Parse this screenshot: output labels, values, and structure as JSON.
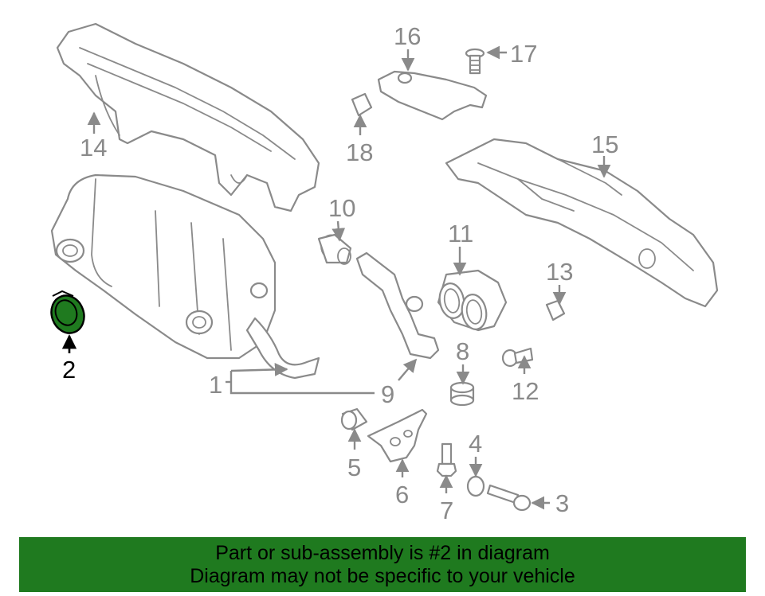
{
  "colors": {
    "highlight": "#1f7a1f",
    "line": "#8a8a8a",
    "banner": "#1f7a1f"
  },
  "highlighted_part": "2",
  "callouts": {
    "c1": "1",
    "c2": "2",
    "c3": "3",
    "c4": "4",
    "c5": "5",
    "c6": "6",
    "c7": "7",
    "c8": "8",
    "c9": "9",
    "c10": "10",
    "c11": "11",
    "c12": "12",
    "c13": "13",
    "c14": "14",
    "c15": "15",
    "c16": "16",
    "c17": "17",
    "c18": "18"
  },
  "banner": {
    "line1": "Part or sub-assembly is #2 in diagram",
    "line2": "Diagram may not be specific to your vehicle"
  }
}
